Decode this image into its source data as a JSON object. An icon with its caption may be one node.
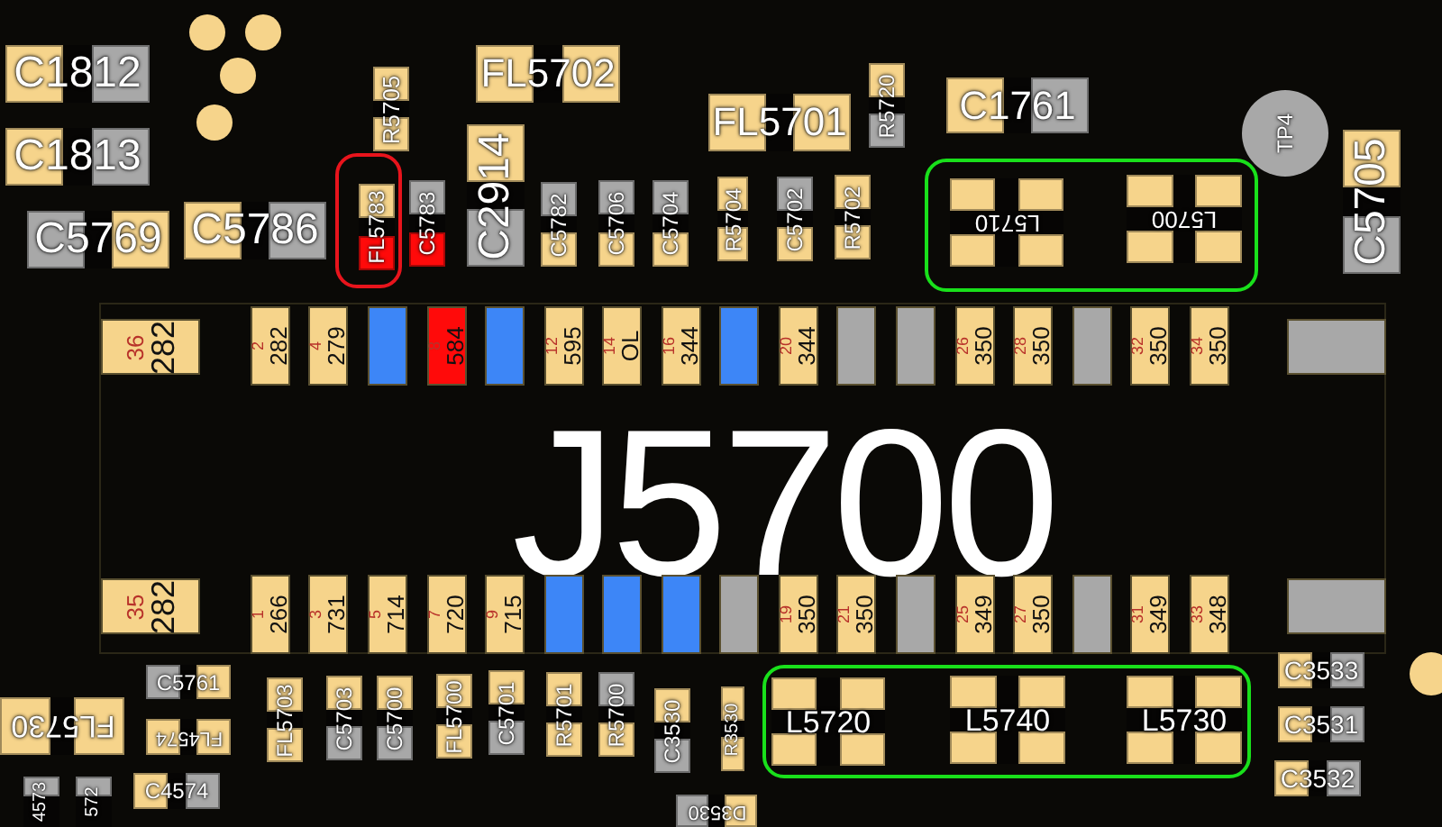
{
  "diagram": {
    "nodes": [
      {
        "text": [
          "C1812"
        ]
      },
      {
        "text": [
          "C1813"
        ]
      },
      {
        "text": [],
        "shape": "circle"
      },
      {
        "text": [],
        "shape": "circle"
      },
      {
        "text": [],
        "shape": "circle"
      },
      {
        "text": [],
        "shape": "circle"
      },
      {
        "text": [
          "FL5702"
        ]
      },
      {
        "text": [
          "R5705"
        ]
      },
      {
        "text": [],
        "shape": "box"
      },
      {
        "text": [
          "FL5783"
        ],
        "in": 8
      },
      {
        "text": [
          "C5783"
        ]
      },
      {
        "text": [
          "C2914"
        ]
      },
      {
        "text": [
          "C5769"
        ]
      },
      {
        "text": [
          "C5786"
        ]
      },
      {
        "text": [
          "C5782"
        ]
      },
      {
        "text": [
          "C5706"
        ]
      },
      {
        "text": [
          "C5704"
        ]
      },
      {
        "text": [
          "FL5701"
        ]
      },
      {
        "text": [
          "R5720"
        ]
      },
      {
        "text": [
          "R5704"
        ]
      },
      {
        "text": [
          "C5702"
        ]
      },
      {
        "text": [
          "R5702"
        ]
      },
      {
        "text": [
          "C1761"
        ]
      },
      {
        "text": [
          "TP4"
        ]
      },
      {
        "text": [
          "C5705"
        ]
      },
      {
        "text": [],
        "shape": "box"
      },
      {
        "text": [
          "L5710"
        ],
        "in": 25
      },
      {
        "text": [
          "L5700"
        ],
        "in": 25
      },
      {
        "text": [
          "J5700"
        ]
      },
      {
        "text": [
          "36",
          "282"
        ],
        "in": 28
      },
      {
        "text": [
          "2",
          "282"
        ],
        "in": 28
      },
      {
        "text": [
          "4",
          "279"
        ],
        "in": 28
      },
      {
        "text": [],
        "shape": "box",
        "in": 28
      },
      {
        "text": [
          "8",
          "584"
        ],
        "in": 28
      },
      {
        "text": [],
        "shape": "box",
        "in": 28
      },
      {
        "text": [
          "12",
          "595"
        ],
        "in": 28
      },
      {
        "text": [
          "14",
          "OL"
        ],
        "in": 28
      },
      {
        "text": [
          "16",
          "344"
        ],
        "in": 28
      },
      {
        "text": [],
        "shape": "box",
        "in": 28
      },
      {
        "text": [
          "20",
          "344"
        ],
        "in": 28
      },
      {
        "text": [],
        "shape": "box",
        "in": 28
      },
      {
        "text": [],
        "shape": "box",
        "in": 28
      },
      {
        "text": [
          "26",
          "350"
        ],
        "in": 28
      },
      {
        "text": [
          "28",
          "350"
        ],
        "in": 28
      },
      {
        "text": [],
        "shape": "box",
        "in": 28
      },
      {
        "text": [
          "32",
          "350"
        ],
        "in": 28
      },
      {
        "text": [
          "34",
          "350"
        ],
        "in": 28
      },
      {
        "text": [],
        "shape": "box",
        "in": 28
      },
      {
        "text": [
          "35",
          "282"
        ],
        "in": 28
      },
      {
        "text": [
          "1",
          "266"
        ],
        "in": 28
      },
      {
        "text": [
          "3",
          "731"
        ],
        "in": 28
      },
      {
        "text": [
          "5",
          "714"
        ],
        "in": 28
      },
      {
        "text": [
          "7",
          "720"
        ],
        "in": 28
      },
      {
        "text": [
          "9",
          "715"
        ],
        "in": 28
      },
      {
        "text": [],
        "shape": "box",
        "in": 28
      },
      {
        "text": [],
        "shape": "box",
        "in": 28
      },
      {
        "text": [],
        "shape": "box",
        "in": 28
      },
      {
        "text": [],
        "shape": "box",
        "in": 28
      },
      {
        "text": [
          "19",
          "350"
        ],
        "in": 28
      },
      {
        "text": [
          "21",
          "350"
        ],
        "in": 28
      },
      {
        "text": [],
        "shape": "box",
        "in": 28
      },
      {
        "text": [
          "25",
          "349"
        ],
        "in": 28
      },
      {
        "text": [
          "27",
          "350"
        ],
        "in": 28
      },
      {
        "text": [],
        "shape": "box",
        "in": 28
      },
      {
        "text": [
          "31",
          "349"
        ],
        "in": 28
      },
      {
        "text": [
          "33",
          "348"
        ],
        "in": 28
      },
      {
        "text": [],
        "shape": "box",
        "in": 28
      },
      {
        "text": [
          "C5761"
        ]
      },
      {
        "text": [
          "FL5730"
        ]
      },
      {
        "text": [
          "FL4574"
        ]
      },
      {
        "text": [
          "C4574"
        ]
      },
      {
        "text": [
          "4573"
        ]
      },
      {
        "text": [
          "572"
        ]
      },
      {
        "text": [
          "FL5703"
        ]
      },
      {
        "text": [
          "C5703"
        ]
      },
      {
        "text": [
          "C5700"
        ]
      },
      {
        "text": [
          "FL5700"
        ]
      },
      {
        "text": [
          "C5701"
        ]
      },
      {
        "text": [
          "R5701"
        ]
      },
      {
        "text": [
          "R5700"
        ]
      },
      {
        "text": [
          "C3530"
        ]
      },
      {
        "text": [
          "R3530"
        ]
      },
      {
        "text": [
          "D3530"
        ]
      },
      {
        "text": [],
        "shape": "box"
      },
      {
        "text": [
          "L5720"
        ],
        "in": 83
      },
      {
        "text": [
          "L5740"
        ],
        "in": 83
      },
      {
        "text": [
          "L5730"
        ],
        "in": 83
      },
      {
        "text": [
          "C3533"
        ]
      },
      {
        "text": [
          "C3531"
        ]
      },
      {
        "text": [
          "C3532"
        ]
      },
      {
        "text": [],
        "shape": "circle"
      }
    ]
  }
}
